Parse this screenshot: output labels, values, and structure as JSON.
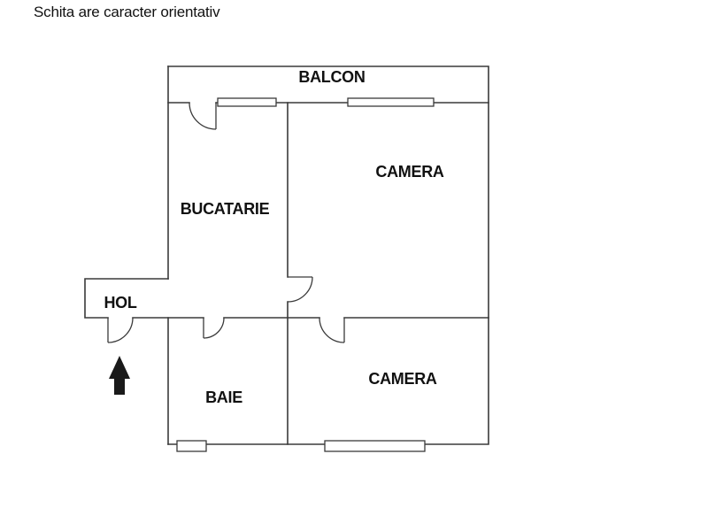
{
  "title": "Schita are caracter orientativ",
  "rooms": {
    "balcon": {
      "label": "BALCON"
    },
    "camera_top": {
      "label": "CAMERA"
    },
    "bucatarie": {
      "label": "BUCATARIE"
    },
    "hol": {
      "label": "HOL"
    },
    "baie": {
      "label": "BAIE"
    },
    "camera_bottom": {
      "label": "CAMERA"
    }
  },
  "icons": {
    "entrance_arrow": "up-arrow"
  },
  "colors": {
    "wall": "#3a3a3a",
    "text": "#111111",
    "background": "#ffffff",
    "arrow": "#1a1a1a"
  }
}
